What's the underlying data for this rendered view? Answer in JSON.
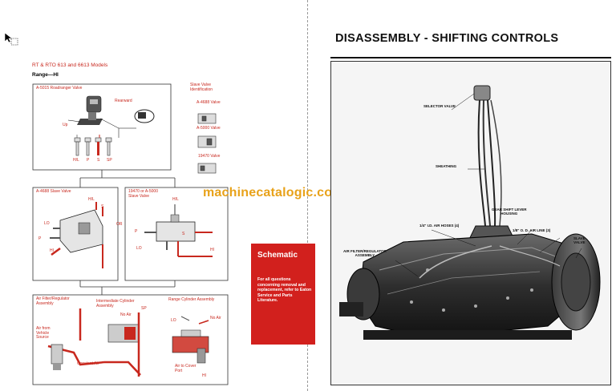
{
  "left_page": {
    "title": "RT & RTO 613 and 6613 Models",
    "subtitle": "Range—HI",
    "roadranger": {
      "header": "A-5015 Roadranger Valve",
      "labels": {
        "rearward": "Rearward",
        "up": "Up",
        "hl": "H/L",
        "p": "P",
        "s": "S",
        "sp": "SP"
      }
    },
    "slave_id": {
      "header_line1": "Slave Valve",
      "header_line2": "Identification",
      "items": [
        "A-4688 Valve",
        "A-5000 Valve",
        "19470 Valve"
      ]
    },
    "slave_a4688": {
      "header": "A-4688 Slave Valve",
      "labels": {
        "hl": "H/L",
        "lo": "LO",
        "s": "S",
        "p": "P",
        "hi": "HI"
      }
    },
    "or_text": "OR",
    "slave_19470": {
      "header_line1": "19470 or A-5000",
      "header_line2": "Slave Valve",
      "labels": {
        "hl": "H/L",
        "p": "P",
        "s": "S",
        "lo": "LO",
        "hi": "HI"
      }
    },
    "bottom": {
      "filter_header_line1": "Air Filter/Regulator",
      "filter_header_line2": "Assembly",
      "intermediate_line1": "Intermediate Cylinder",
      "intermediate_line2": "Assembly",
      "range_cyl": "Range Cylinder Assembly",
      "no_air_1": "No Air",
      "sp": "SP",
      "lo": "LO",
      "no_air_2": "No Air",
      "air_from_line1": "Air from",
      "air_from_line2": "Vehicle",
      "air_from_line3": "Source",
      "constant_air": "Constant Air",
      "air_to_cover_line1": "Air to Cover",
      "air_to_cover_line2": "Port",
      "hi": "HI"
    },
    "schematic": {
      "title": "Schematic",
      "note": "For all questions concerning removal and replacement, refer to Eaton Service and Parts Literature."
    }
  },
  "watermark": "machinecatalogic.com",
  "right_page": {
    "title": "DISASSEMBLY - SHIFTING CONTROLS",
    "photo_labels": {
      "selector_valve": "SELECTOR VALVE",
      "sheathing": "SHEATHING",
      "gear_shift_line1": "GEAR SHIFT LEVER",
      "gear_shift_line2": "HOUSING",
      "air_hoses": "1/4\" I.D. AIR HOSES (4)",
      "air_line": "1/8\" O. D. AIR LINE (3)",
      "filter_line1": "AIR FILTER/REGULATOR",
      "filter_line2": "ASSEMBLY",
      "slave_line1": "SLAVE",
      "slave_line2": "VALVE"
    }
  },
  "colors": {
    "accent_red": "#d2201d",
    "watermark": "#e8a21a"
  }
}
